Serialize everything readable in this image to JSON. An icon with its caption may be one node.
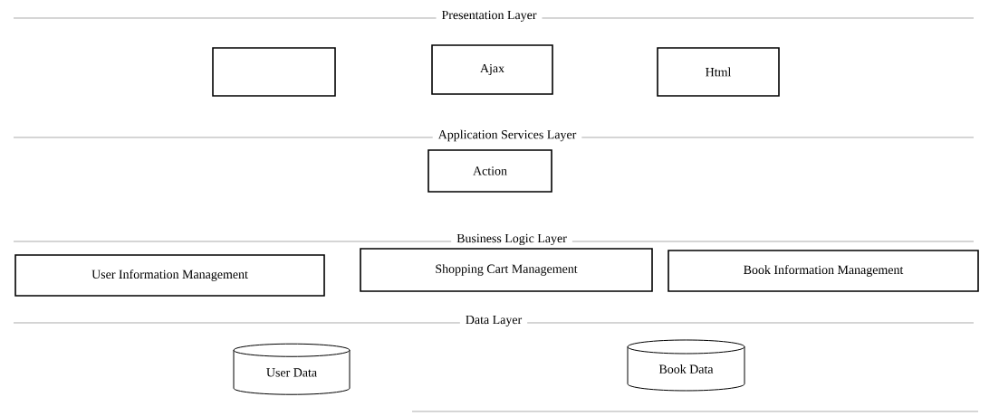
{
  "diagram": {
    "nodes": [
      {
        "text": [],
        "shape": "box"
      },
      {
        "text": [
          "Ajax"
        ]
      },
      {
        "text": [
          "Html"
        ]
      },
      {
        "text": [
          "Action"
        ]
      },
      {
        "text": [
          "User Information Management"
        ]
      },
      {
        "text": [
          "Shopping Cart Management"
        ]
      },
      {
        "text": [
          "Book Information Management"
        ]
      },
      {
        "text": [
          "User Data"
        ]
      },
      {
        "text": [
          "Book Data"
        ]
      }
    ],
    "edges": [],
    "labels": [
      "Presentation Layer",
      "Application Services Layer",
      "Business Logic Layer",
      "Data Layer"
    ]
  }
}
